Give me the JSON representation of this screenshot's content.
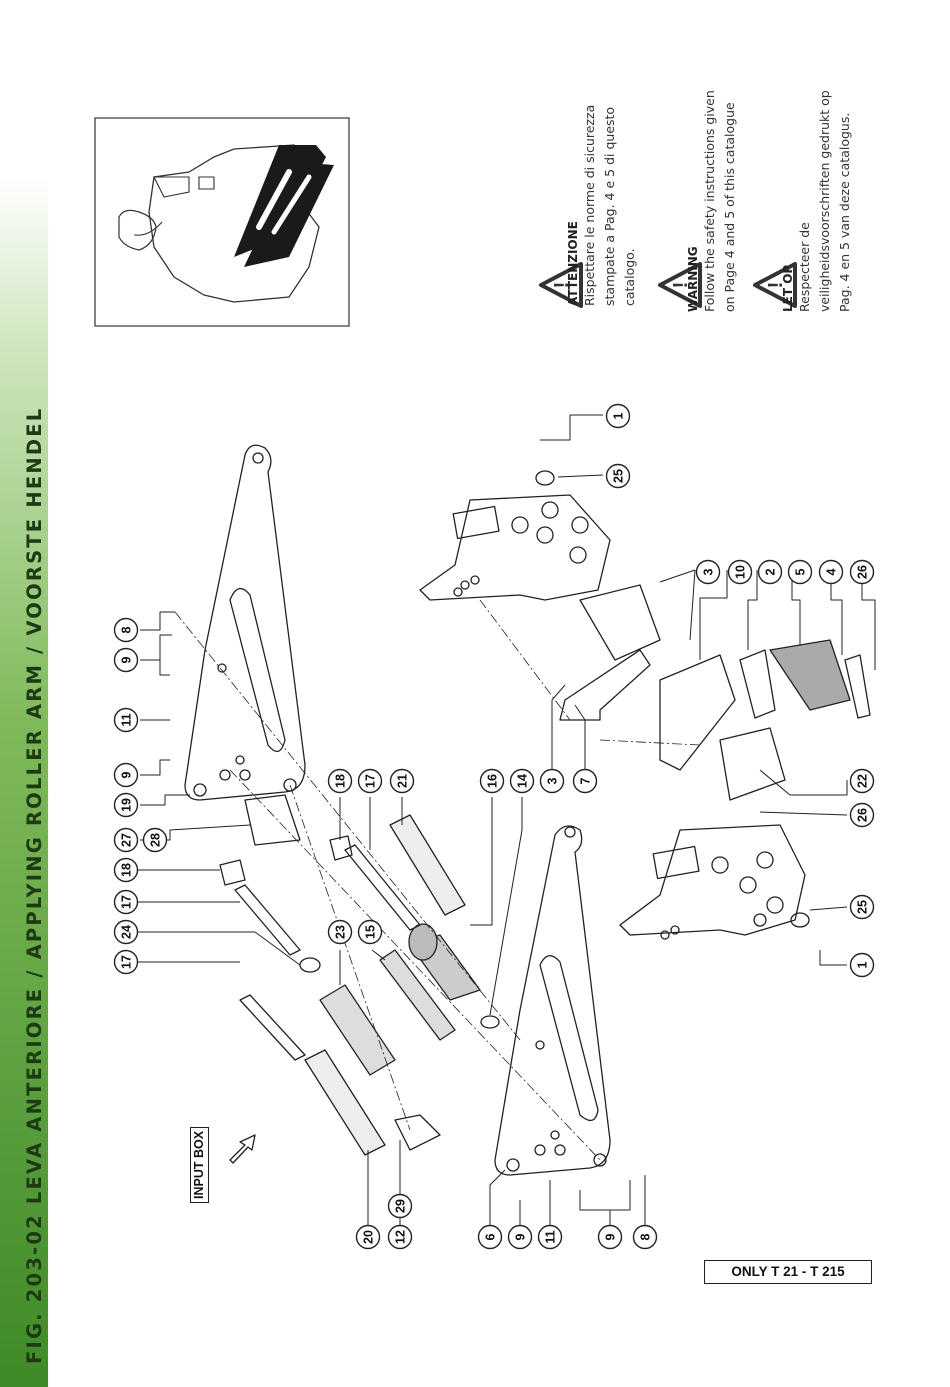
{
  "title": "FIG. 203-02 LEVA ANTERIORE / APPLYING ROLLER ARM / VOORSTE HENDEL",
  "model_note": "ONLY T 21 - T 215",
  "input_box_label": "INPUT BOX",
  "colors": {
    "title_band": "#3f8a27",
    "ink": "#222222"
  },
  "safety_notes": [
    {
      "heading": "ATTENZIONE",
      "lines": [
        "Rispettare le norme di sicurezza",
        "stampate a Pag. 4 e 5 di questo",
        "catalogo."
      ]
    },
    {
      "heading": "WARNING",
      "lines": [
        "Follow the safety instructions given",
        "on Page 4 and 5 of this catalogue"
      ]
    },
    {
      "heading": "LET OP",
      "lines": [
        "Respecteer de",
        "veiligheidsvoorschriften gedrukt op",
        "Pag. 4 en 5 van deze catalogus."
      ]
    }
  ],
  "callouts": {
    "c1_top": "1",
    "c25_top": "25",
    "c3a": "3",
    "c10": "10",
    "c2": "2",
    "c5": "5",
    "c4": "4",
    "c26a": "26",
    "c3b": "3",
    "c7": "7",
    "c22": "22",
    "c26b": "26",
    "c25b": "25",
    "c1b": "1",
    "c8a": "8",
    "c9a": "9",
    "c11a": "11",
    "c9b": "9",
    "c19": "19",
    "c27": "27",
    "c28": "28",
    "c18a": "18",
    "c17a": "17",
    "c21": "21",
    "c16": "16",
    "c14": "14",
    "c18b": "18",
    "c17b": "17",
    "c24": "24",
    "c17c": "17",
    "c23": "23",
    "c15": "15",
    "c20": "20",
    "c12": "12",
    "c29": "29",
    "c6": "6",
    "c9c": "9",
    "c11b": "11",
    "c9d": "9",
    "c8b": "8"
  }
}
